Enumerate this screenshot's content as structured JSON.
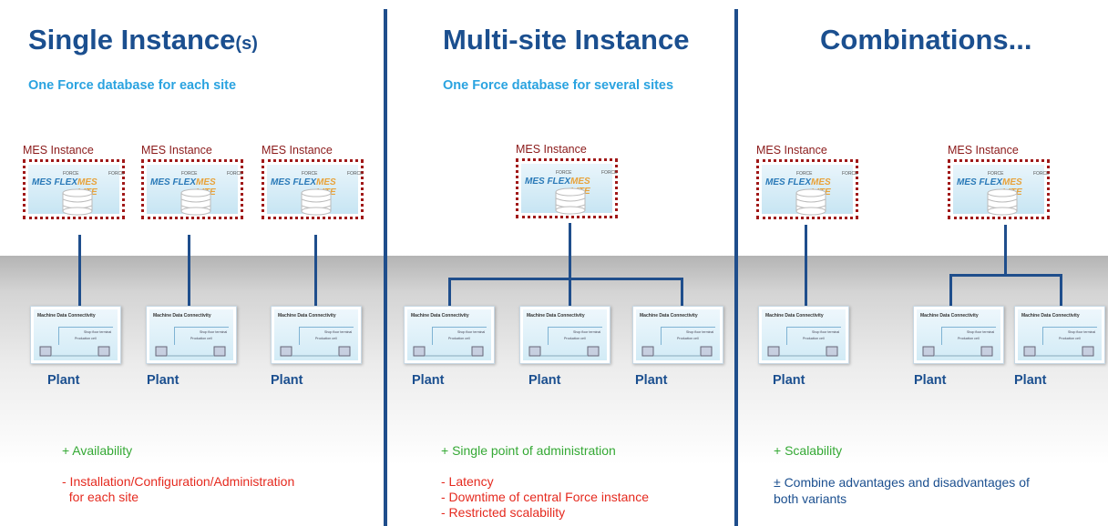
{
  "sections": [
    {
      "title_main": "Single Instance",
      "title_suffix": "(s)",
      "subtitle": "One Force database for each site",
      "mes_label": "MES Instance",
      "plant_label": "Plant",
      "pros": [
        "+ Availability"
      ],
      "cons": [
        "- Installation/Configuration/Administration",
        "  for each site"
      ]
    },
    {
      "title_main": "Multi-site Instance",
      "subtitle": "One Force database for several sites",
      "mes_label": "MES Instance",
      "plant_label": "Plant",
      "pros": [
        "+ Single point of administration"
      ],
      "cons": [
        "- Latency",
        "- Downtime of central Force instance",
        "- Restricted scalability"
      ]
    },
    {
      "title_main": "Combinations...",
      "mes_label": "MES Instance",
      "plant_label": "Plant",
      "pros": [
        "+ Scalability"
      ],
      "neutral": "± Combine advantages and disadvantages of both variants"
    }
  ],
  "mes_card": {
    "brand_flex": "MES FLEX",
    "brand_lite": "MES LITE",
    "force_tag": "FORCE"
  },
  "plant_card": {
    "title": "Machine Data Connectivity",
    "sub1": "Shop floor terminal",
    "sub2": "Production cell"
  },
  "colors": {
    "title": "#1b4f8f",
    "subtitle": "#2aa3e0",
    "mes_label": "#8b1a1a",
    "mes_border": "#a01818",
    "plus": "#35a935",
    "minus": "#e52a1f",
    "divider": "#1f4e8c"
  }
}
